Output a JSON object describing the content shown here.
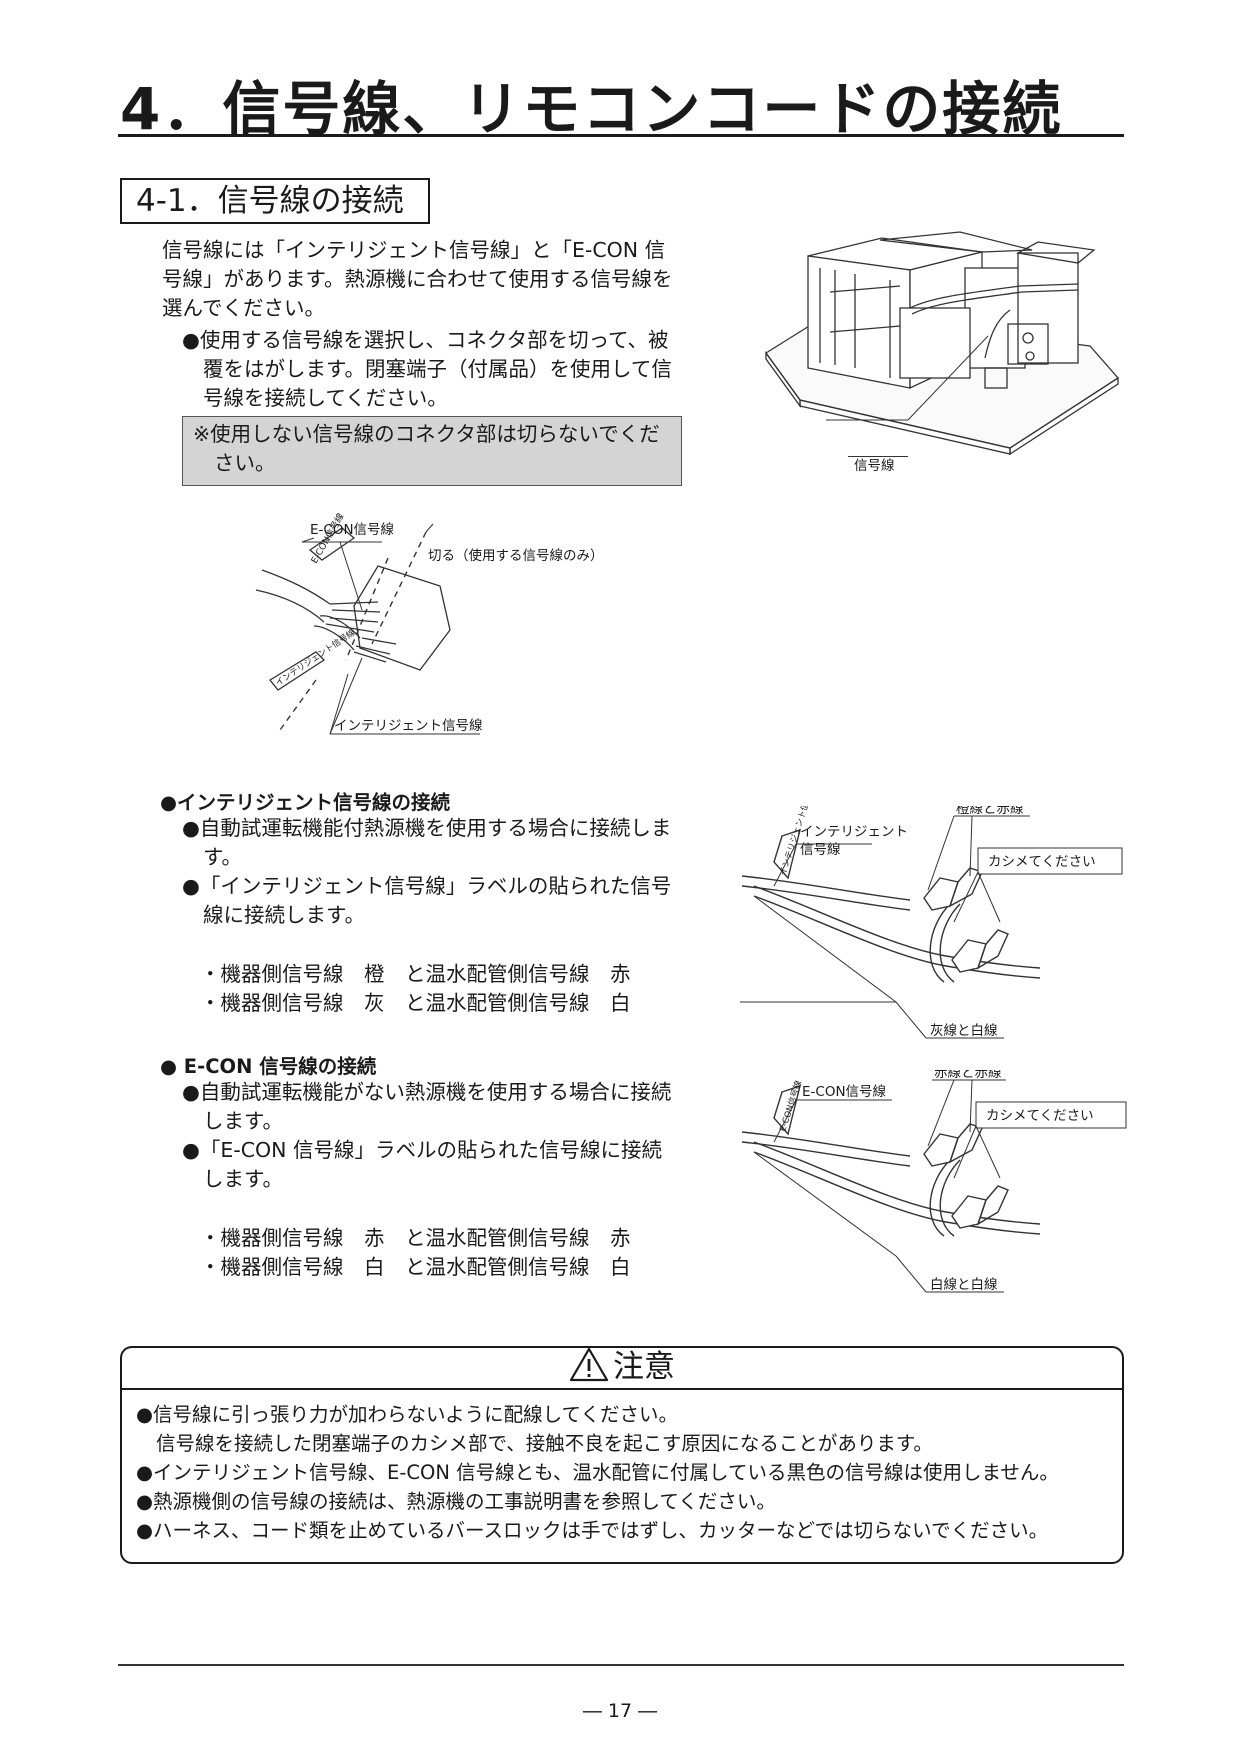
{
  "header": {
    "title": "4．信号線、リモコンコードの接続",
    "section_title": "4-1．信号線の接続"
  },
  "intro": {
    "lines": [
      "信号線には「インテリジェント信号線」と「E-CON 信",
      "号線」があります。熱源機に合わせて使用する信号線を",
      "選んでください。"
    ],
    "bullet_lines": [
      "●使用する信号線を選択し、コネクタ部を切って、被",
      "覆をはがします。閉塞端子（付属品）を使用して信",
      "号線を接続してください。"
    ],
    "note_lines": [
      "※使用しない信号線のコネクタ部は切らないでくだ",
      "さい。"
    ]
  },
  "figures": {
    "unit_label": "信号線",
    "connector": {
      "econ_label": "E-CON信号線",
      "econ_tag": "E-CON信号線",
      "cut_label": "切る（使用する信号線のみ）",
      "intelligent_tag": "インテリジェント信号線",
      "intelligent_label": "インテリジェント信号線"
    },
    "intelligent_fig": {
      "tag": "インテリジェント信号線",
      "label_line1": "インテリジェント",
      "label_line2": "信号線",
      "top_label": "橙線と赤線",
      "crimp_label": "カシメてください",
      "bottom_label": "灰線と白線"
    },
    "econ_fig": {
      "tag": "E-CON信号線",
      "label": "E-CON信号線",
      "top_label": "赤線と赤線",
      "crimp_label": "カシメてください",
      "bottom_label": "白線と白線"
    }
  },
  "intelligent": {
    "heading": "●インテリジェント信号線の接続",
    "bullets": [
      "●自動試運転機能付熱源機を使用する場合に接続しま",
      "す。",
      "●「インテリジェント信号線」ラベルの貼られた信号",
      "線に接続します。"
    ],
    "pairs": [
      "・機器側信号線　橙　と温水配管側信号線　赤",
      "・機器側信号線　灰　と温水配管側信号線　白"
    ]
  },
  "econ": {
    "heading": "● E-CON 信号線の接続",
    "bullets": [
      "●自動試運転機能がない熱源機を使用する場合に接続",
      "します。",
      "●「E-CON 信号線」ラベルの貼られた信号線に接続",
      "します。"
    ],
    "pairs": [
      "・機器側信号線　赤　と温水配管側信号線　赤",
      "・機器側信号線　白　と温水配管側信号線　白"
    ]
  },
  "caution": {
    "title": "注意",
    "lines": [
      "●信号線に引っ張り力が加わらないように配線してください。",
      "信号線を接続した閉塞端子のカシメ部で、接触不良を起こす原因になることがあります。",
      "●インテリジェント信号線、E-CON 信号線とも、温水配管に付属している黒色の信号線は使用しません。",
      "●熱源機側の信号線の接続は、熱源機の工事説明書を参照してください。",
      "●ハーネス、コード類を止めているバースロックは手ではずし、カッターなどでは切らないでください。"
    ]
  },
  "footer": {
    "page": "― 17 ―"
  }
}
